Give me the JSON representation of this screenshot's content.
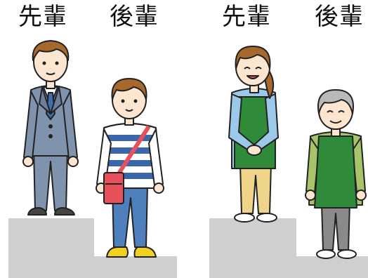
{
  "labels": {
    "left_senior": "先輩",
    "left_junior": "後輩",
    "right_senior": "先輩",
    "right_junior": "後輩"
  },
  "colors": {
    "step": "#cfcfcf",
    "suit": "#7f93ad",
    "stripe_blue": "#3a67a8",
    "bag": "#e8505c",
    "jeans": "#4f7fbd",
    "sneaker": "#f2d21e",
    "apron": "#2f8a3a",
    "shirt_light_blue": "#9cc9ea",
    "shirt_khaki": "#a7c46a",
    "pants_yellow": "#efd48a",
    "pants_gray": "#8a8a8a",
    "hair_brown": "#a7682b",
    "hair_gray": "#b9b9b9",
    "skin": "#fde6cf"
  }
}
